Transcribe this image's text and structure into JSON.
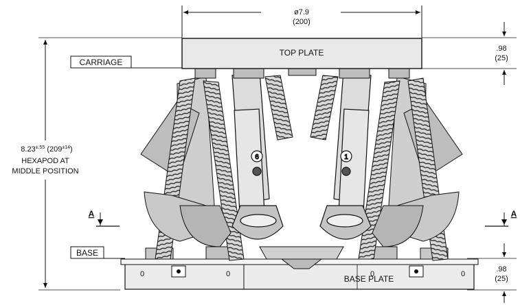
{
  "labels": {
    "top_plate": "TOP PLATE",
    "carriage": "CARRIAGE",
    "base": "BASE",
    "base_plate": "BASE PLATE",
    "section_left": "A",
    "section_right": "A",
    "actuator_left": "6",
    "actuator_right": "1"
  },
  "dimensions": {
    "diameter_in": "ø7.9",
    "diameter_mm": "(200)",
    "top_thickness_in": ".98",
    "top_thickness_mm": "(25)",
    "base_thickness_in": ".98",
    "base_thickness_mm": "(25)",
    "height_nominal_in": "8.23",
    "height_tol_in": "±.55",
    "height_nominal_mm": "(209",
    "height_tol_mm": "±14",
    "height_mm_close": ")",
    "height_note_line1": "HEXAPOD AT",
    "height_note_line2": "MIDDLE POSITION"
  },
  "base_marks": [
    "0",
    "0",
    "0",
    "0"
  ],
  "colors": {
    "line": "#111111",
    "plate_fill": "#e6e6e6",
    "actuator_fill": "#d9d9d9",
    "shade": "#9a9a9a"
  }
}
